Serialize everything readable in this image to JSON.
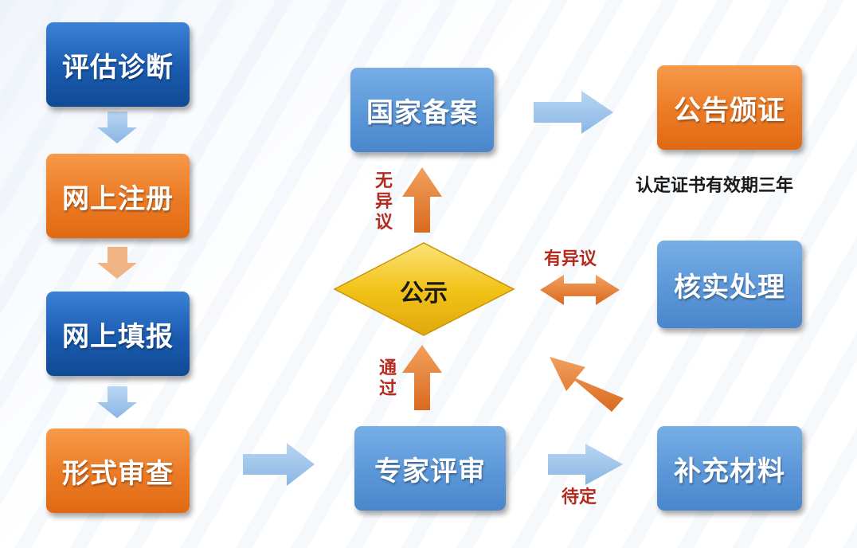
{
  "steps": {
    "assess": "评估诊断",
    "register": "网上注册",
    "fill": "网上填报",
    "formal_review": "形式审查",
    "expert_review": "专家评审",
    "publicity": "公示",
    "national_record": "国家备案",
    "announce_cert": "公告颁证",
    "verify": "核实处理",
    "supplement": "补充材料"
  },
  "labels": {
    "no_objection": "无异议",
    "has_objection": "有异议",
    "passed": "通过",
    "pending": "待定"
  },
  "note": "认定证书有效期三年",
  "colors": {
    "dark_blue": "#1a5bb0",
    "orange": "#ec7a24",
    "light_blue": "#5b97d8",
    "diamond": "#f2c318",
    "arrow_blue": "#9cc3ea",
    "arrow_orange": "#e07a2c",
    "label_red": "#b52a1e"
  }
}
